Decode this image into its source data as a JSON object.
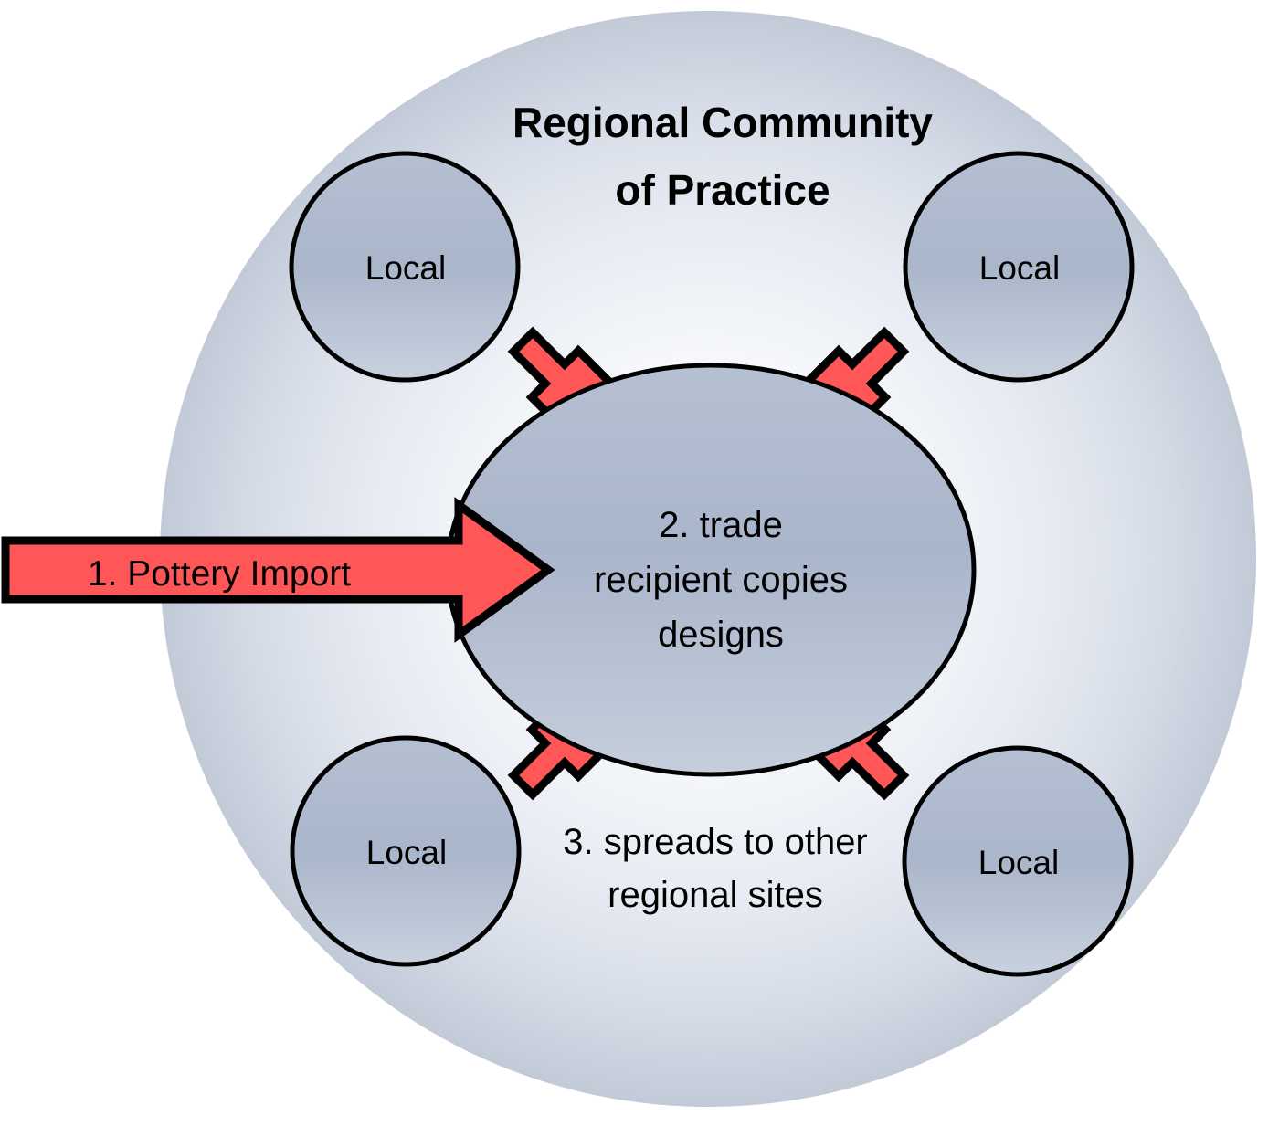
{
  "diagram": {
    "title": "Regional Community of Practice",
    "title_lines": [
      "Regional Community",
      "of Practice"
    ],
    "background_circle": {
      "name": "regional-community-of-practice-boundary",
      "fill_center": "#ffffff",
      "fill_edge": "#c3cbd9"
    },
    "center_node": {
      "label": "2. trade recipient copies designs",
      "lines": [
        "2. trade",
        "recipient copies",
        "designs"
      ],
      "fill": "#aeb9cd",
      "stroke": "#000000"
    },
    "import_arrow": {
      "label": "1. Pottery Import",
      "color": "#ff5757",
      "stroke": "#000000",
      "direction": "right"
    },
    "spread_caption": {
      "label": "3. spreads to other regional sites",
      "lines": [
        "3. spreads to other",
        "regional sites"
      ]
    },
    "local_nodes": [
      {
        "label": "Local",
        "position": "top-left"
      },
      {
        "label": "Local",
        "position": "top-right"
      },
      {
        "label": "Local",
        "position": "bottom-left"
      },
      {
        "label": "Local",
        "position": "bottom-right"
      }
    ],
    "spread_arrows": [
      {
        "name": "arrow-to-top-left-local",
        "color": "#ff5757",
        "direction": "up-left"
      },
      {
        "name": "arrow-to-top-right-local",
        "color": "#ff5757",
        "direction": "up-right"
      },
      {
        "name": "arrow-to-bottom-left-local",
        "color": "#ff5757",
        "direction": "down-left"
      },
      {
        "name": "arrow-to-bottom-right-local",
        "color": "#ff5757",
        "direction": "down-right"
      }
    ],
    "colors": {
      "node_fill": "#aeb9cd",
      "node_stroke": "#000000",
      "arrow_fill": "#ff5757",
      "arrow_stroke": "#000000",
      "text": "#000000",
      "backdrop_outer": "#c3cbd9",
      "backdrop_inner": "#fbfcfd"
    }
  }
}
